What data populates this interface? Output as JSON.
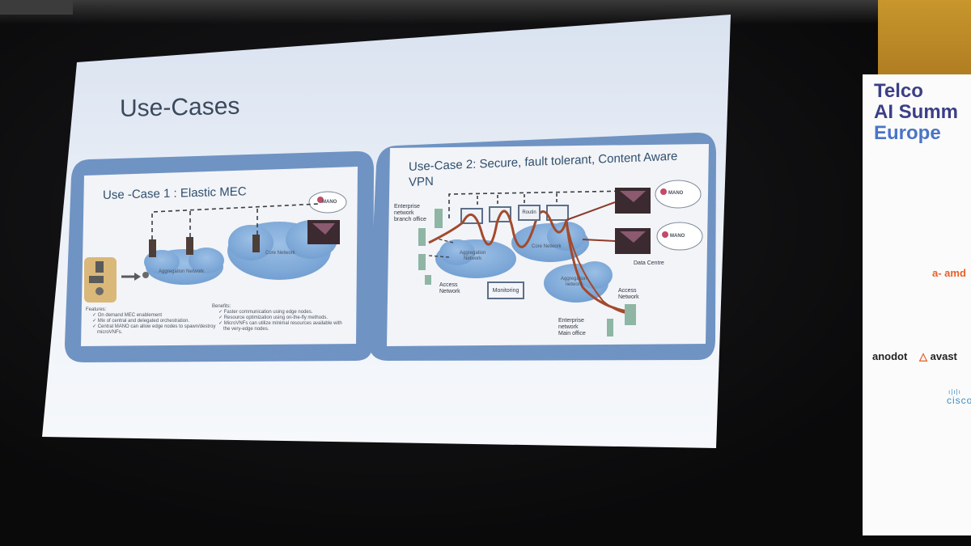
{
  "slide": {
    "title": "Use-Cases",
    "use_case_1": {
      "title": "Use -Case 1 : Elastic MEC",
      "aggregation_label": "Aggregation Network",
      "core_label": "Core Network",
      "mano_label": "MANO",
      "features_heading": "Features:",
      "features": [
        "✓ On demand MEC enablement",
        "✓ Mix of central and delegated orchestration.",
        "✓ Central MANO can allow edge nodes to spawn/destroy",
        "microVNFs."
      ],
      "benefits_heading": "Benefits:",
      "benefits": [
        "✓ Faster communication using edge nodes.",
        "✓ Resource optimization using on-the-fly methods.",
        "✓ MicroVNFs can utilize minimal resources available with",
        "the very-edge nodes."
      ]
    },
    "use_case_2": {
      "title": "Use-Case 2: Secure, fault tolerant, Content Aware VPN",
      "branch_office": [
        "Enterprise",
        "network",
        "branch office"
      ],
      "access_network_left": [
        "Access",
        "Network"
      ],
      "aggregation_label": [
        "Aggregation",
        "Network"
      ],
      "core_label": "Core Network",
      "aggregation_right": [
        "Aggregation",
        "network"
      ],
      "router_label": "Routin",
      "monitoring_label": "Monitoring",
      "data_centre_label": "Data Centre",
      "access_network_right": [
        "Access",
        "Network"
      ],
      "main_office": [
        "Enterprise",
        "network",
        "Main office"
      ],
      "mano_label": "MANO"
    }
  },
  "banner": {
    "title_lines": [
      "Telco",
      "AI Summ",
      "Europe"
    ],
    "sponsors": [
      "amd",
      "anodot",
      "avast",
      "cisco"
    ]
  },
  "colors": {
    "slide_bg": "#eef2f8",
    "panel_blue": "#6f94c4",
    "cloud_blue": "#7aa6d6",
    "route_red": "#a24a2e",
    "banner_title": "#3b3f86"
  }
}
